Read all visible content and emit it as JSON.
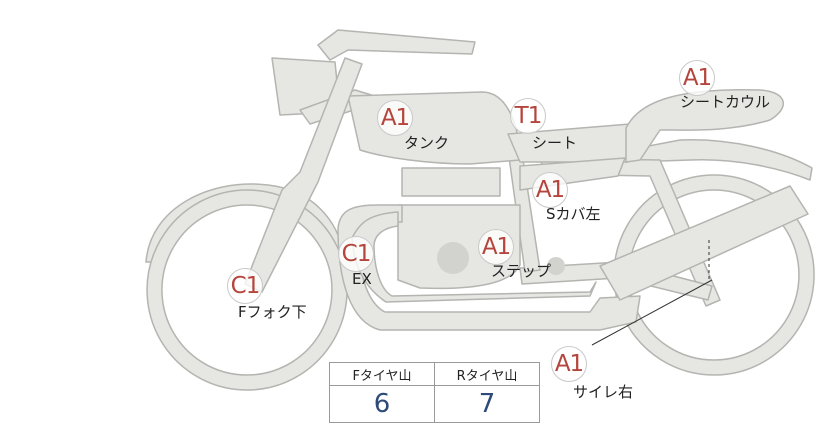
{
  "marks": [
    {
      "id": "tank",
      "grade": "A1",
      "label": "タンク"
    },
    {
      "id": "seat",
      "grade": "T1",
      "label": "シート"
    },
    {
      "id": "seat-cowl",
      "grade": "A1",
      "label": "シートカウル"
    },
    {
      "id": "side-cover-left",
      "grade": "A1",
      "label": "Sカバ左"
    },
    {
      "id": "step",
      "grade": "A1",
      "label": "ステップ"
    },
    {
      "id": "exhaust",
      "grade": "C1",
      "label": "EX"
    },
    {
      "id": "front-fork-lower",
      "grade": "C1",
      "label": "Fフォク下"
    },
    {
      "id": "silencer-right",
      "grade": "A1",
      "label": "サイレ右"
    }
  ],
  "tread": {
    "front_label": "Fタイヤ山",
    "rear_label": "Rタイヤ山",
    "front_value": "6",
    "rear_value": "7"
  },
  "colors": {
    "bike_fill": "#e6e6e3",
    "bike_stroke": "#b4b4b0",
    "grade_text": "#b5453c",
    "tread_value": "#2e4a78"
  }
}
